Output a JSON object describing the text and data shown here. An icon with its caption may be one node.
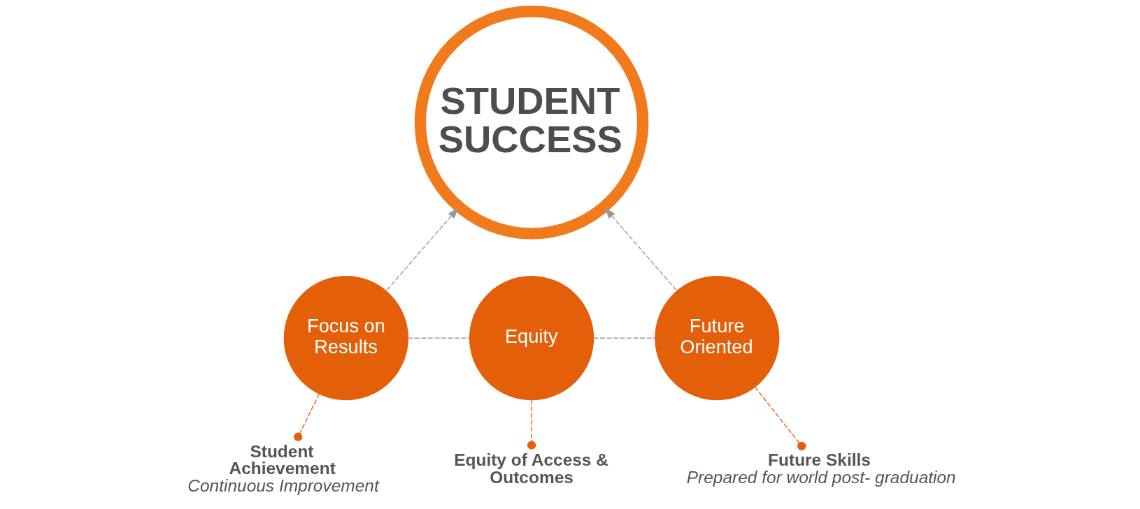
{
  "diagram": {
    "nodes": [
      {
        "text": [
          "STUDENT SUCCESS"
        ]
      },
      {
        "text": [
          "Focus on Results"
        ]
      },
      {
        "text": [
          "Equity"
        ]
      },
      {
        "text": [
          "Future Oriented"
        ]
      },
      {
        "text": [
          "Student Achievement",
          "Continuous Improvement"
        ]
      },
      {
        "text": [
          "Equity of Access & Outcomes"
        ]
      },
      {
        "text": [
          "Future Skills",
          "Prepared for world post- graduation"
        ]
      }
    ],
    "edges": [
      {
        "from": 1,
        "to": 0,
        "arrow": "to",
        "style": "dashed"
      },
      {
        "from": 3,
        "to": 0,
        "arrow": "to",
        "style": "dashed"
      },
      {
        "from": 1,
        "to": 2,
        "arrow": "none",
        "style": "dashed"
      },
      {
        "from": 2,
        "to": 3,
        "arrow": "none",
        "style": "dashed"
      },
      {
        "from": 1,
        "to": 4,
        "arrow": "other",
        "style": "dashed",
        "color": "#e85d0c"
      },
      {
        "from": 2,
        "to": 5,
        "arrow": "other",
        "style": "dashed",
        "color": "#e85d0c"
      },
      {
        "from": 3,
        "to": 6,
        "arrow": "other",
        "style": "dashed",
        "color": "#e85d0c"
      }
    ]
  }
}
